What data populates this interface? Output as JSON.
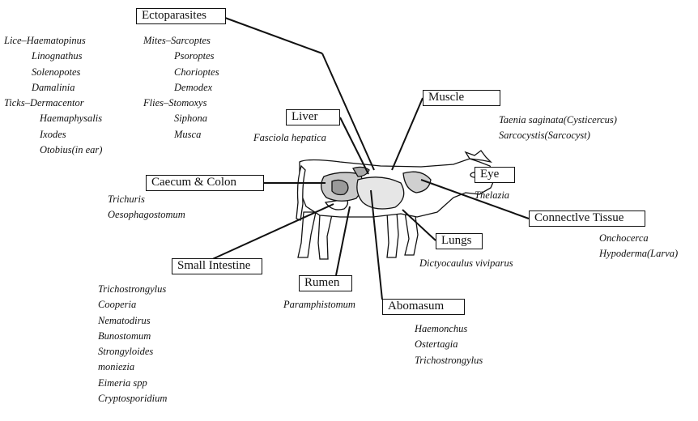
{
  "labels": {
    "ectoparasites": "Ectoparasites",
    "liver": "Liver",
    "muscle": "Muscle",
    "caecum_colon": "Caecum & Colon",
    "eye": "Eye",
    "connective_tissue": "Connectlve Tissue",
    "lungs": "Lungs",
    "small_intestine": "Small Intestine",
    "rumen": "Rumen",
    "abomasum": "Abomasum"
  },
  "parasites": {
    "ecto_left": [
      "Lice–Haematopinus",
      "Linognathus",
      "Solenopotes",
      "Damalinia",
      "Ticks–Dermacentor",
      "Haemaphysalis",
      "Ixodes",
      "Otobius(in ear)"
    ],
    "ecto_mid": [
      "Mites–Sarcoptes",
      "Psoroptes",
      "Chorioptes",
      "Demodex",
      "Flies–Stomoxys",
      "Siphona",
      "Musca"
    ],
    "liver": [
      "Fasciola hepatica"
    ],
    "muscle": [
      "Taenia saginata(Cysticercus)",
      "Sarcocystis(Sarcocyst)"
    ],
    "caecum_colon": [
      "Trichuris",
      "Oesophagostomum"
    ],
    "eye": [
      "Thelazia"
    ],
    "connective_tissue": [
      "Onchocerca",
      "Hypoderma(Larva)"
    ],
    "lungs": [
      "Dictyocaulus viviparus"
    ],
    "small_intestine": [
      "Trichostrongylus",
      "Cooperia",
      "Nematodirus",
      "Bunostomum",
      "Strongyloides",
      "moniezia",
      "Eimeria spp",
      "Cryptosporidium"
    ],
    "rumen": [
      "Paramphistomum"
    ],
    "abomasum": [
      "Haemonchus",
      "Ostertagia",
      "Trichostrongylus"
    ]
  },
  "figure": {
    "subject_icon": "cow-silhouette-icon",
    "line_color": "#111111",
    "body_fill": "#ffffff",
    "organ_fill": "#c9c9c9"
  }
}
